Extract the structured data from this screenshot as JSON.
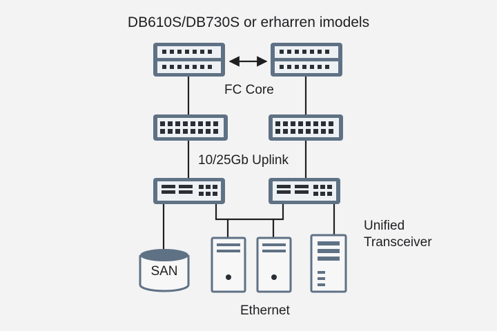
{
  "title": "DB610S/DB730S or erharren imodels",
  "labels": {
    "fc_core": "FC Core",
    "uplink": "10/25Gb Uplink",
    "unified_transceiver": [
      "Unified",
      "Transceiver"
    ],
    "ethernet": "Ethernet",
    "san": "SAN"
  },
  "colors": {
    "background": "#f3f3f4",
    "device_frame": "#5f7184",
    "device_fill": "#eef1f4",
    "port": "#2a2f36",
    "line": "#1f1f1f"
  },
  "icons": [
    "core-switch-icon",
    "fabric-switch-icon",
    "access-switch-icon",
    "storage-cylinder-icon",
    "server-tower-icon",
    "bidirectional-arrow-icon"
  ]
}
